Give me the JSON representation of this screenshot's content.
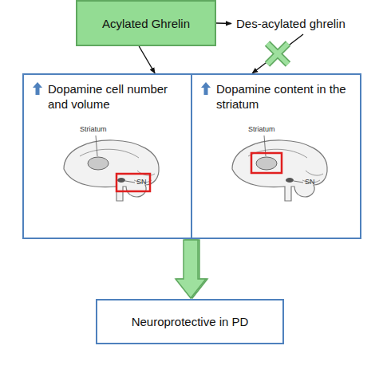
{
  "diagram": {
    "nodes": [
      {
        "text": [
          "Acylated Ghrelin"
        ]
      },
      {
        "text": [
          "Des-acylated ghrelin"
        ]
      },
      {
        "text": [
          "Dopamine cell number and volume"
        ]
      },
      {
        "text": [
          "Dopamine content in the striatum"
        ]
      },
      {
        "text": [
          "Neuroprotective in PD"
        ]
      }
    ],
    "edges": [
      {
        "from": 0,
        "to": 1,
        "arrow": "to"
      },
      {
        "from": 0,
        "to": 2,
        "arrow": "to"
      },
      {
        "from": 1,
        "to": 3,
        "arrow": "to"
      },
      {
        "from": 2,
        "to": 4,
        "arrow": "to"
      },
      {
        "from": 3,
        "to": 4,
        "arrow": "to"
      }
    ],
    "labels": [
      "Striatum",
      "SN",
      "Striatum",
      "SN"
    ]
  }
}
